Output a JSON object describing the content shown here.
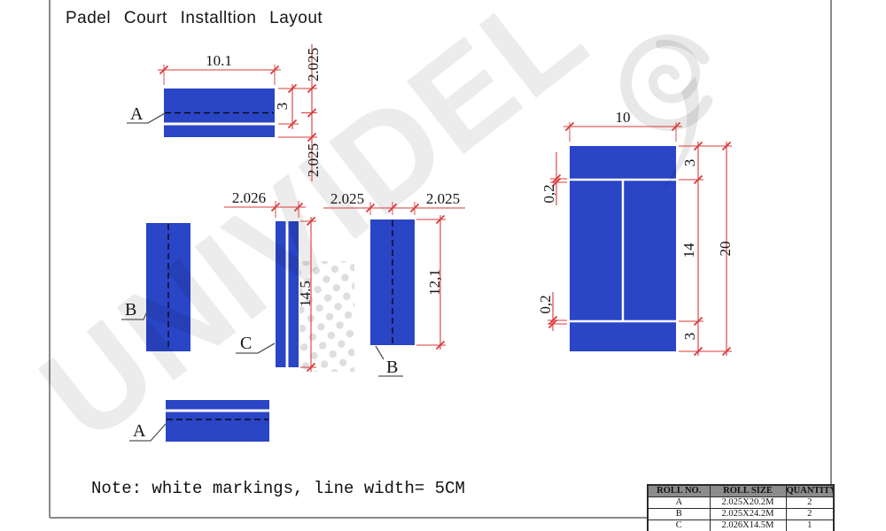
{
  "title": "Padel Court Installtion Layout",
  "note": "Note: white markings, line width= 5CM",
  "watermark_text": "UNIVIDEL",
  "labels": {
    "piece_a_top": "A",
    "piece_b_left": "B",
    "piece_c": "C",
    "piece_b_right": "B",
    "piece_a_bottom": "A"
  },
  "dimensions": {
    "a_top_length": "10.1",
    "a_top_marking_offset": "3",
    "a_top_roll_width_upper": "2.025",
    "a_top_roll_width_lower": "2.025",
    "c_width": "2.026",
    "c_length": "14.5",
    "b_right_width_left": "2.025",
    "b_right_width_right": "2.025",
    "b_right_length": "12,1",
    "court_width": "10",
    "court_back_zone_top": "3",
    "court_middle": "14",
    "court_back_zone_bottom": "3",
    "court_length": "20",
    "court_line_width_top": "0,2",
    "court_line_width_bottom": "0,2"
  },
  "table": {
    "headers": [
      "ROLL NO.",
      "ROLL SIZE",
      "QUANTITY"
    ],
    "rows": [
      [
        "A",
        "2.025X20.2M",
        "2"
      ],
      [
        "B",
        "2.025X24.2M",
        "2"
      ],
      [
        "C",
        "2.026X14.5M",
        "1"
      ]
    ]
  },
  "colors": {
    "roll_blue": "#2a45c6",
    "dimension_red": "#d93a3a",
    "marking_white": "#ffffff",
    "frame_gray": "#8a8a8a",
    "table_header_bg": "#8c8c8c"
  }
}
